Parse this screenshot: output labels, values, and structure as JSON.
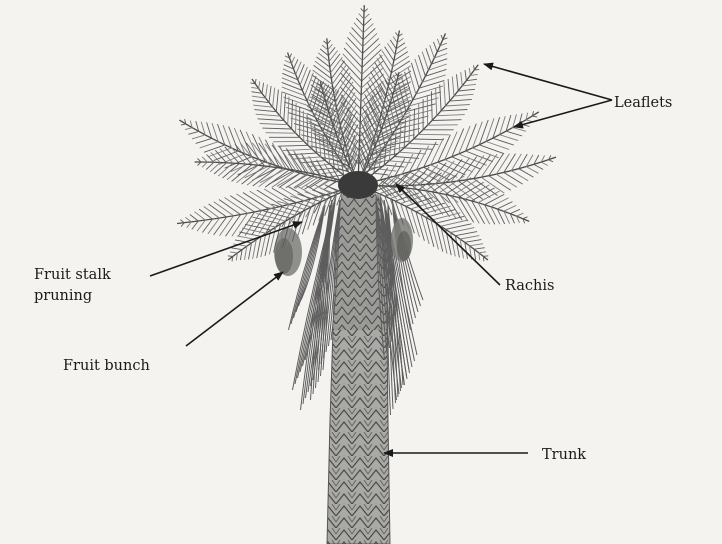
{
  "labels": {
    "leaflets": "Leaflets",
    "rachis": "Rachis",
    "fruit_stalk_pruning_line1": "Fruit stalk",
    "fruit_stalk_pruning_line2": "pruning",
    "fruit_bunch": "Fruit bunch",
    "trunk": "Trunk"
  },
  "colors": {
    "background": "#f4f3f0",
    "ink": "#1a1a1a",
    "frond": "#5b5b5b",
    "trunk": "#8a8a8a"
  }
}
